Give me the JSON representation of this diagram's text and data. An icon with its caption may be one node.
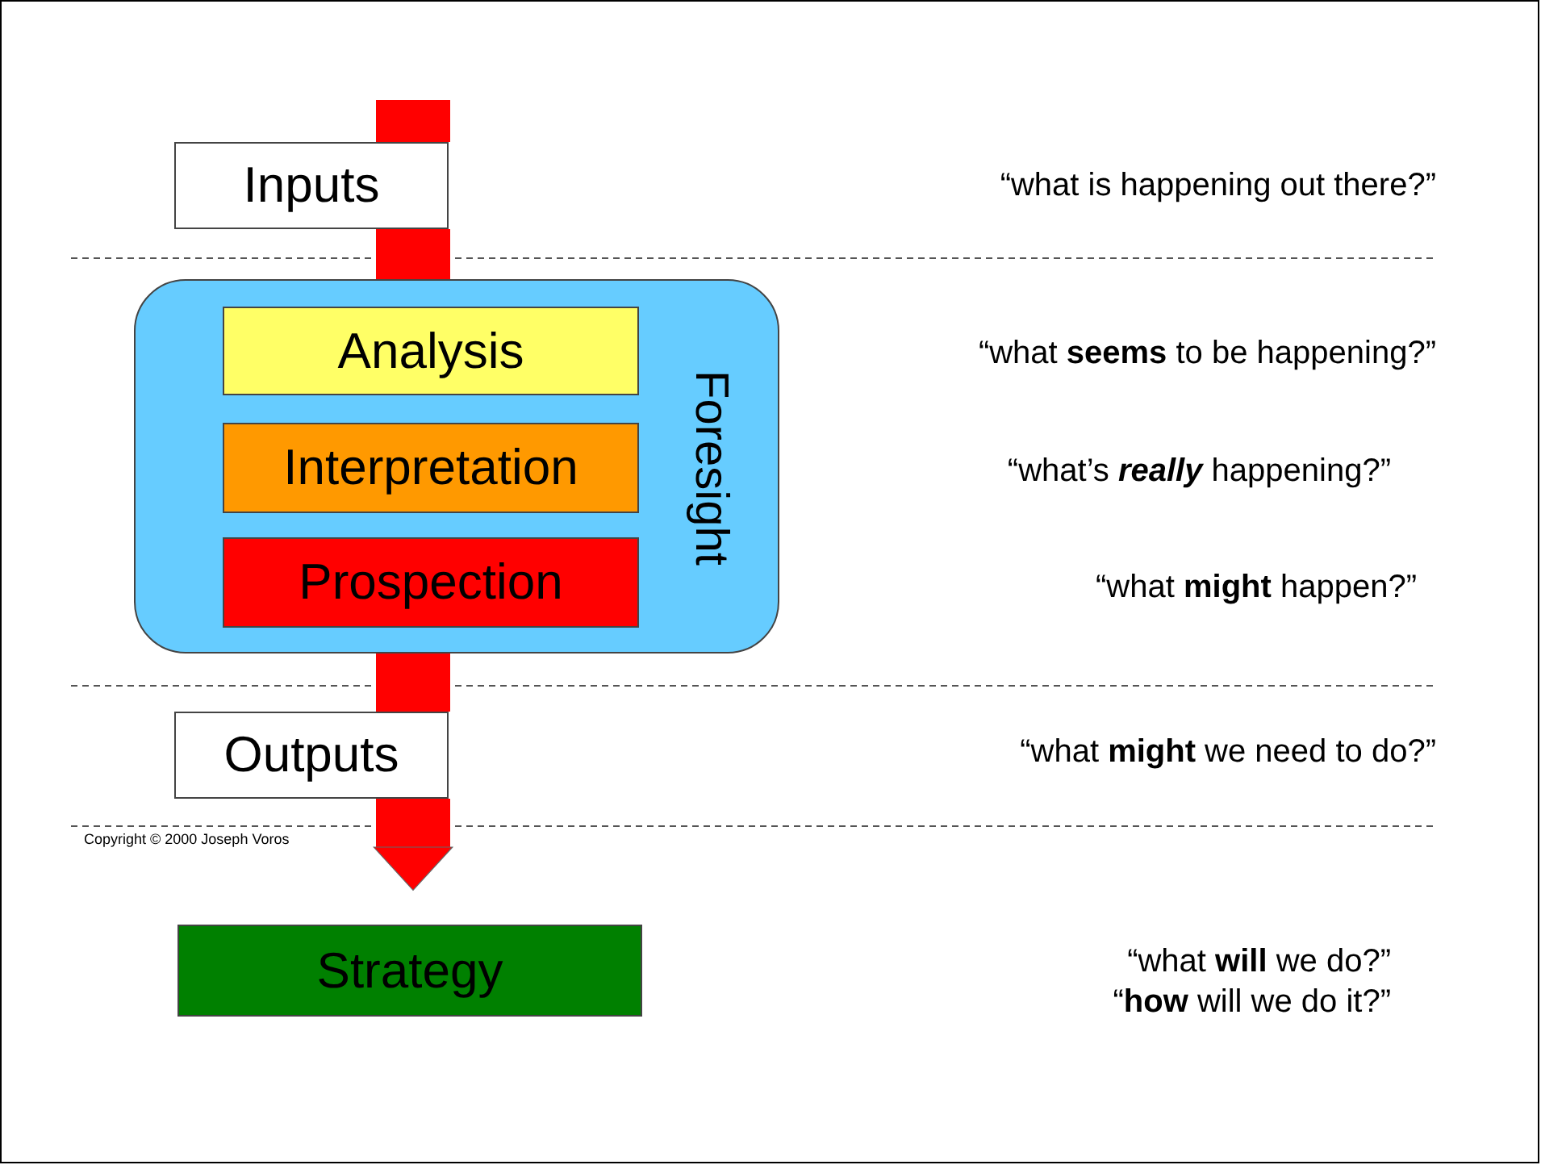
{
  "diagram": {
    "nodes": [
      {
        "text": [
          "Inputs"
        ]
      },
      {
        "text": [
          "Foresight"
        ]
      },
      {
        "text": [
          "Analysis"
        ],
        "in": 1
      },
      {
        "text": [
          "Interpretation"
        ],
        "in": 1
      },
      {
        "text": [
          "Prospection"
        ],
        "in": 1
      },
      {
        "text": [
          "Outputs"
        ]
      },
      {
        "text": [
          "Strategy"
        ]
      }
    ],
    "edges": [
      {
        "from": null,
        "to": 0,
        "arrow": "none"
      },
      {
        "from": 0,
        "to": 1,
        "arrow": "none"
      },
      {
        "from": 1,
        "to": 5,
        "arrow": "none"
      },
      {
        "from": 5,
        "to": 6,
        "arrow": "to"
      }
    ],
    "labels": [
      "“what is happening out there?”",
      "“what **seems** to be happening?”",
      "“what’s **really** happening?”",
      "“what **might** happen?”",
      "“what **might** we need to do?”",
      "Copyright © 2000 Joseph Voros",
      "“what **will** we do?”",
      "“**how** will we do it?”"
    ]
  }
}
